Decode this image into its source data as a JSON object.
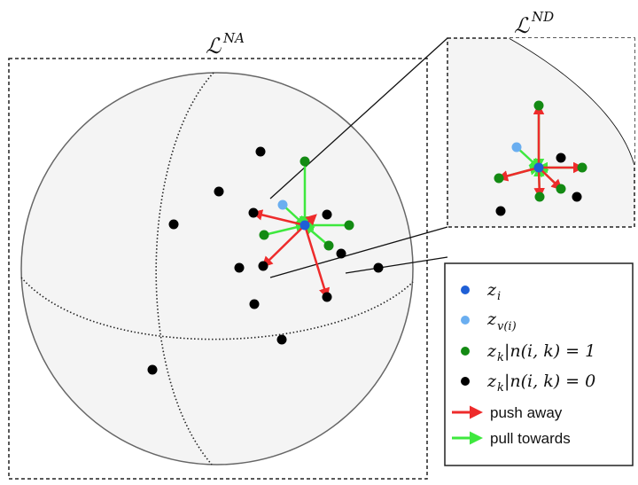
{
  "panels": {
    "main_title": "ℒ",
    "main_title_sup": "NA",
    "zoom_title": "ℒ",
    "zoom_title_sup": "ND"
  },
  "legend": {
    "items": [
      {
        "symbol": "z",
        "sub": "i",
        "rest": "",
        "color": "#1f5fd6"
      },
      {
        "symbol": "z",
        "sub": "v(i)",
        "rest": "",
        "color": "#6aaef0"
      },
      {
        "symbol": "z",
        "sub": "k",
        "rest": "|n(i, k) = 1",
        "color": "#138a13"
      },
      {
        "symbol": "z",
        "sub": "k",
        "rest": "|n(i, k) = 0",
        "color": "#000000"
      }
    ],
    "arrows": [
      {
        "label": "push away",
        "color": "#ee2b2b"
      },
      {
        "label": "pull towards",
        "color": "#3ee83e"
      }
    ]
  },
  "colors": {
    "anchor": "#1f5fd6",
    "positive_view": "#6aaef0",
    "neighbor": "#138a13",
    "non_neighbor": "#000000",
    "push_arrow": "#ee2b2b",
    "pull_arrow": "#3ee83e",
    "sphere_fill": "#f4f4f4"
  }
}
